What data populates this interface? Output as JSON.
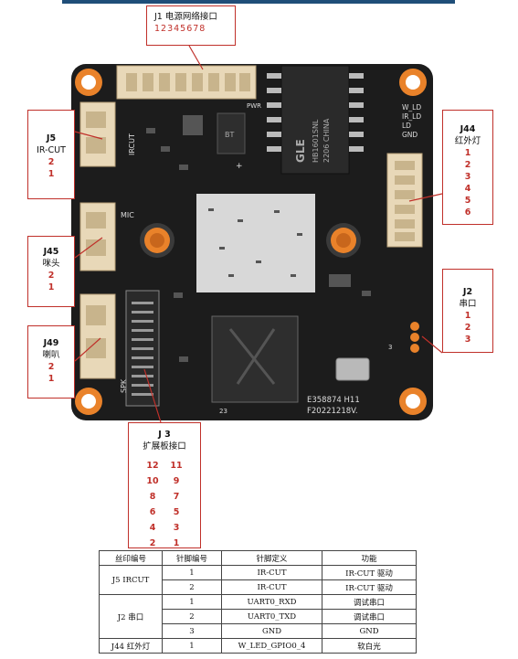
{
  "callouts": {
    "j1": {
      "title": "J1 电源网络接口",
      "pins": "12345678"
    },
    "j5": {
      "title": "J5",
      "sub": "IR-CUT",
      "pins": [
        "2",
        "1"
      ]
    },
    "j45": {
      "title": "J45",
      "sub": "咪头",
      "pins": [
        "2",
        "1"
      ]
    },
    "j49": {
      "title": "J49",
      "sub": "喇叭",
      "pins": [
        "2",
        "1"
      ]
    },
    "j44": {
      "title": "J44",
      "sub": "红外灯",
      "pins": [
        "1",
        "2",
        "3",
        "4",
        "5",
        "6"
      ]
    },
    "j2": {
      "title": "J2",
      "sub": "串口",
      "pins": [
        "1",
        "2",
        "3"
      ]
    },
    "j3": {
      "title": "J 3",
      "sub": "扩展板接口",
      "rows": [
        [
          "12",
          "11"
        ],
        [
          "10",
          "9"
        ],
        [
          "8",
          "7"
        ],
        [
          "6",
          "5"
        ],
        [
          "4",
          "3"
        ],
        [
          "2",
          "1"
        ]
      ]
    }
  },
  "board_text": {
    "transformer_brand": "GLE",
    "transformer_part": "HB1601SNL",
    "transformer_origin": "2206 CHINA",
    "pwr": "PWR",
    "ircut": "IRCUT",
    "mic": "MIC",
    "spk": "SPK",
    "bt": "BT",
    "w_ld": "W_LD",
    "ir_ld": "IR_LD",
    "ld": "LD",
    "gnd": "GND",
    "model": "E358874 H11",
    "date": "F20221218V.",
    "num23": "23",
    "num3": "3",
    "plus": "+"
  },
  "table": {
    "headers": [
      "丝印编号",
      "针脚编号",
      "针脚定义",
      "功能"
    ],
    "groups": [
      {
        "name": "J5 IRCUT",
        "rows": [
          [
            "1",
            "IR-CUT",
            "IR-CUT 驱动"
          ],
          [
            "2",
            "IR-CUT",
            "IR-CUT 驱动"
          ]
        ]
      },
      {
        "name": "J2 串口",
        "rows": [
          [
            "1",
            "UART0_RXD",
            "调试串口"
          ],
          [
            "2",
            "UART0_TXD",
            "调试串口"
          ],
          [
            "3",
            "GND",
            "GND"
          ]
        ]
      },
      {
        "name": "J44 红外灯",
        "rows": [
          [
            "1",
            "W_LED_GPIO0_4",
            "软白光"
          ]
        ]
      }
    ]
  },
  "colors": {
    "accent": "#c0302a",
    "board": "#1c1c1c",
    "hole": "#e9822a"
  }
}
